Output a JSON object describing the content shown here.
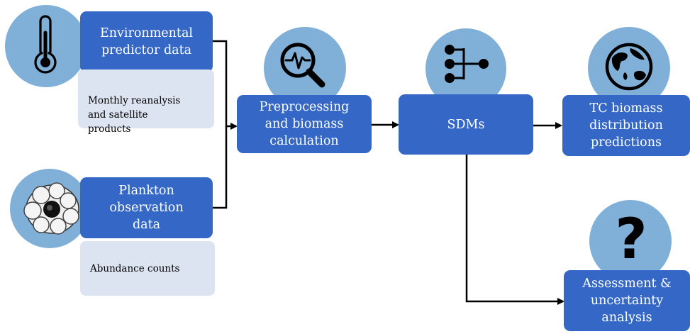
{
  "nodes": {
    "environmental": {
      "label": "Environmental\npredictor data",
      "note": "Monthly reanalysis\nand satellite\nproducts",
      "icon": "thermometer-icon"
    },
    "plankton": {
      "label": "Plankton\nobservation\ndata",
      "note": "Abundance counts",
      "icon": "plankton-cell-icon"
    },
    "preprocessing": {
      "label": "Preprocessing\nand biomass\ncalculation",
      "icon": "magnifier-waveform-icon"
    },
    "sdms": {
      "label": "SDMs",
      "icon": "model-network-icon"
    },
    "predictions": {
      "label": "TC biomass\ndistribution\npredictions",
      "icon": "globe-icon"
    },
    "assessment": {
      "label": "Assessment &\nuncertainty\nanalysis",
      "icon": "question-mark-icon"
    }
  },
  "colors": {
    "box": "#3568c6",
    "circle": "#80b0d8",
    "note": "#dce3f1",
    "connector": "#000000"
  }
}
